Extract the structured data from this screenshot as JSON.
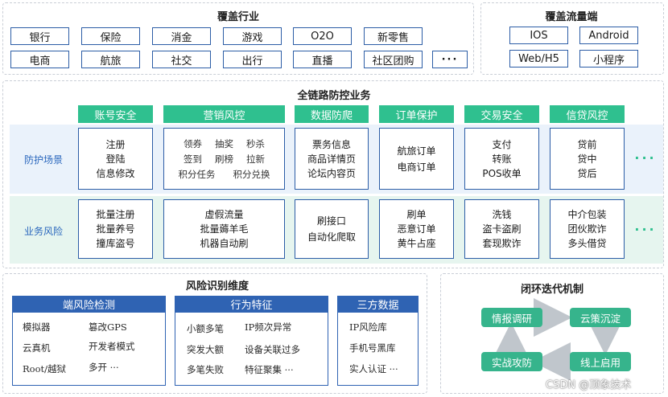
{
  "industry": {
    "title": "覆盖行业",
    "items": [
      "银行",
      "保险",
      "消金",
      "游戏",
      "O2O",
      "新零售",
      "电商",
      "航旅",
      "社交",
      "出行",
      "直播",
      "社区团购"
    ],
    "more": "···"
  },
  "traffic": {
    "title": "覆盖流量端",
    "items": [
      "IOS",
      "Android",
      "Web/H5",
      "小程序"
    ]
  },
  "fullchain": {
    "title": "全链路防控业务",
    "row_labels": [
      "防护场景",
      "业务风险"
    ],
    "more": "···",
    "columns": [
      {
        "head": "账号安全",
        "scene": [
          "注册",
          "登陆",
          "信息修改"
        ],
        "risk": [
          "批量注册",
          "批量养号",
          "撞库盗号"
        ]
      },
      {
        "head": "营销风控",
        "scene": [
          "领券",
          "抽奖",
          "秒杀",
          "签到",
          "刷榜",
          "拉新",
          "积分任务",
          "积分兑换"
        ],
        "risk": [
          "虚假流量",
          "批量薅羊毛",
          "机器自动刷"
        ]
      },
      {
        "head": "数据防爬",
        "scene": [
          "票务信息",
          "商品详情页",
          "论坛内容页"
        ],
        "risk": [
          "刷接口",
          "自动化爬取"
        ]
      },
      {
        "head": "订单保护",
        "scene": [
          "航旅订单",
          "电商订单"
        ],
        "risk": [
          "刷单",
          "恶意订单",
          "黄牛占座"
        ]
      },
      {
        "head": "交易安全",
        "scene": [
          "支付",
          "转账",
          "POS收单"
        ],
        "risk": [
          "洗钱",
          "盗卡盗刷",
          "套现欺诈"
        ]
      },
      {
        "head": "信贷风控",
        "scene": [
          "贷前",
          "贷中",
          "贷后"
        ],
        "risk": [
          "中介包装",
          "团伙欺诈",
          "多头借贷"
        ]
      }
    ]
  },
  "risk_dims": {
    "title": "风险识别维度",
    "groups": [
      {
        "head": "端风险检测",
        "items": [
          "模拟器",
          "篡改GPS",
          "云真机",
          "开发者模式",
          "Root/越狱",
          "多开 ···"
        ]
      },
      {
        "head": "行为特征",
        "items": [
          "小额多笔",
          "IP频次异常",
          "突发大额",
          "设备关联过多",
          "多笔失败",
          "特征聚集 ···"
        ]
      },
      {
        "head": "三方数据",
        "items": [
          "IP风险库",
          "手机号黑库",
          "实人认证 ···"
        ]
      }
    ]
  },
  "loop": {
    "title": "闭环迭代机制",
    "steps": [
      "情报调研",
      "云策沉淀",
      "线上启用",
      "实战攻防"
    ]
  },
  "watermark": "CSDN @顶象技术",
  "colors": {
    "blue": "#2c5da6",
    "green": "#2fc08f",
    "band_blue": "#eaf2fb",
    "band_green": "#e6f5ef"
  }
}
